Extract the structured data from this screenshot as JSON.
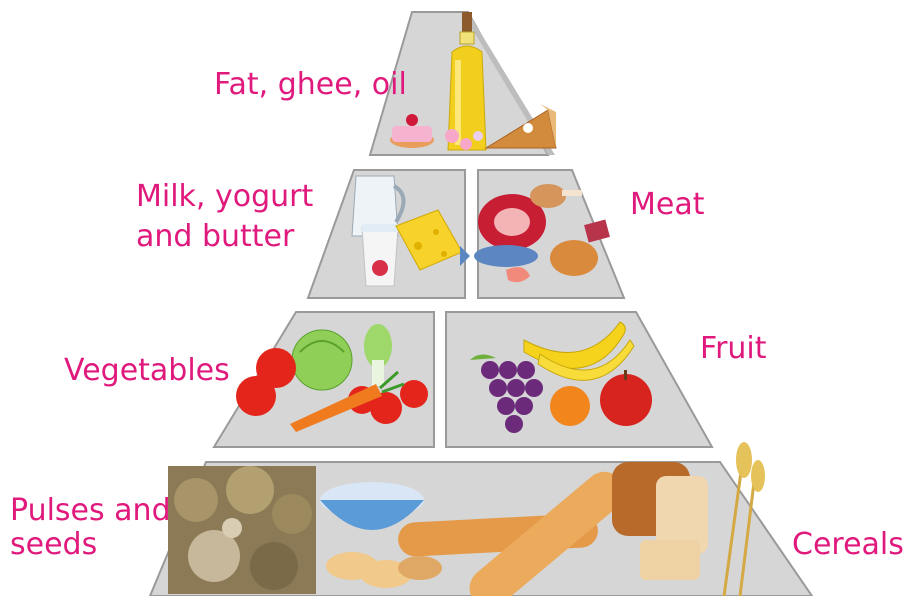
{
  "colors": {
    "label": "#e0197d",
    "tier_fill": "#d6d6d6",
    "tier_stroke": "#9a9a9a",
    "background": "#ffffff"
  },
  "labels": {
    "fat": "Fat, ghee, oil",
    "milk_line1": "Milk, yogurt",
    "milk_line2": "and butter",
    "meat": "Meat",
    "vegetables": "Vegetables",
    "fruit": "Fruit",
    "pulses_line1": "Pulses and",
    "pulses_line2": "seeds",
    "cereals": "Cereals"
  },
  "icons": {
    "fat_group": [
      "oil-bottle-icon",
      "pie-slice-icon",
      "cupcake-icon",
      "candy-icon"
    ],
    "milk_group": [
      "milk-jug-icon",
      "yogurt-cup-icon",
      "cheese-icon"
    ],
    "meat_group": [
      "steak-icon",
      "chicken-leg-icon",
      "fish-icon",
      "shrimp-icon"
    ],
    "vegetable_group": [
      "tomato-icon",
      "cabbage-icon",
      "carrot-icon",
      "bok-choy-icon"
    ],
    "fruit_group": [
      "grapes-icon",
      "banana-icon",
      "apple-icon",
      "orange-icon"
    ],
    "cereal_group": [
      "rice-bowl-icon",
      "baguette-icon",
      "bread-loaf-icon",
      "wheat-icon",
      "seeds-sack-icon"
    ]
  }
}
